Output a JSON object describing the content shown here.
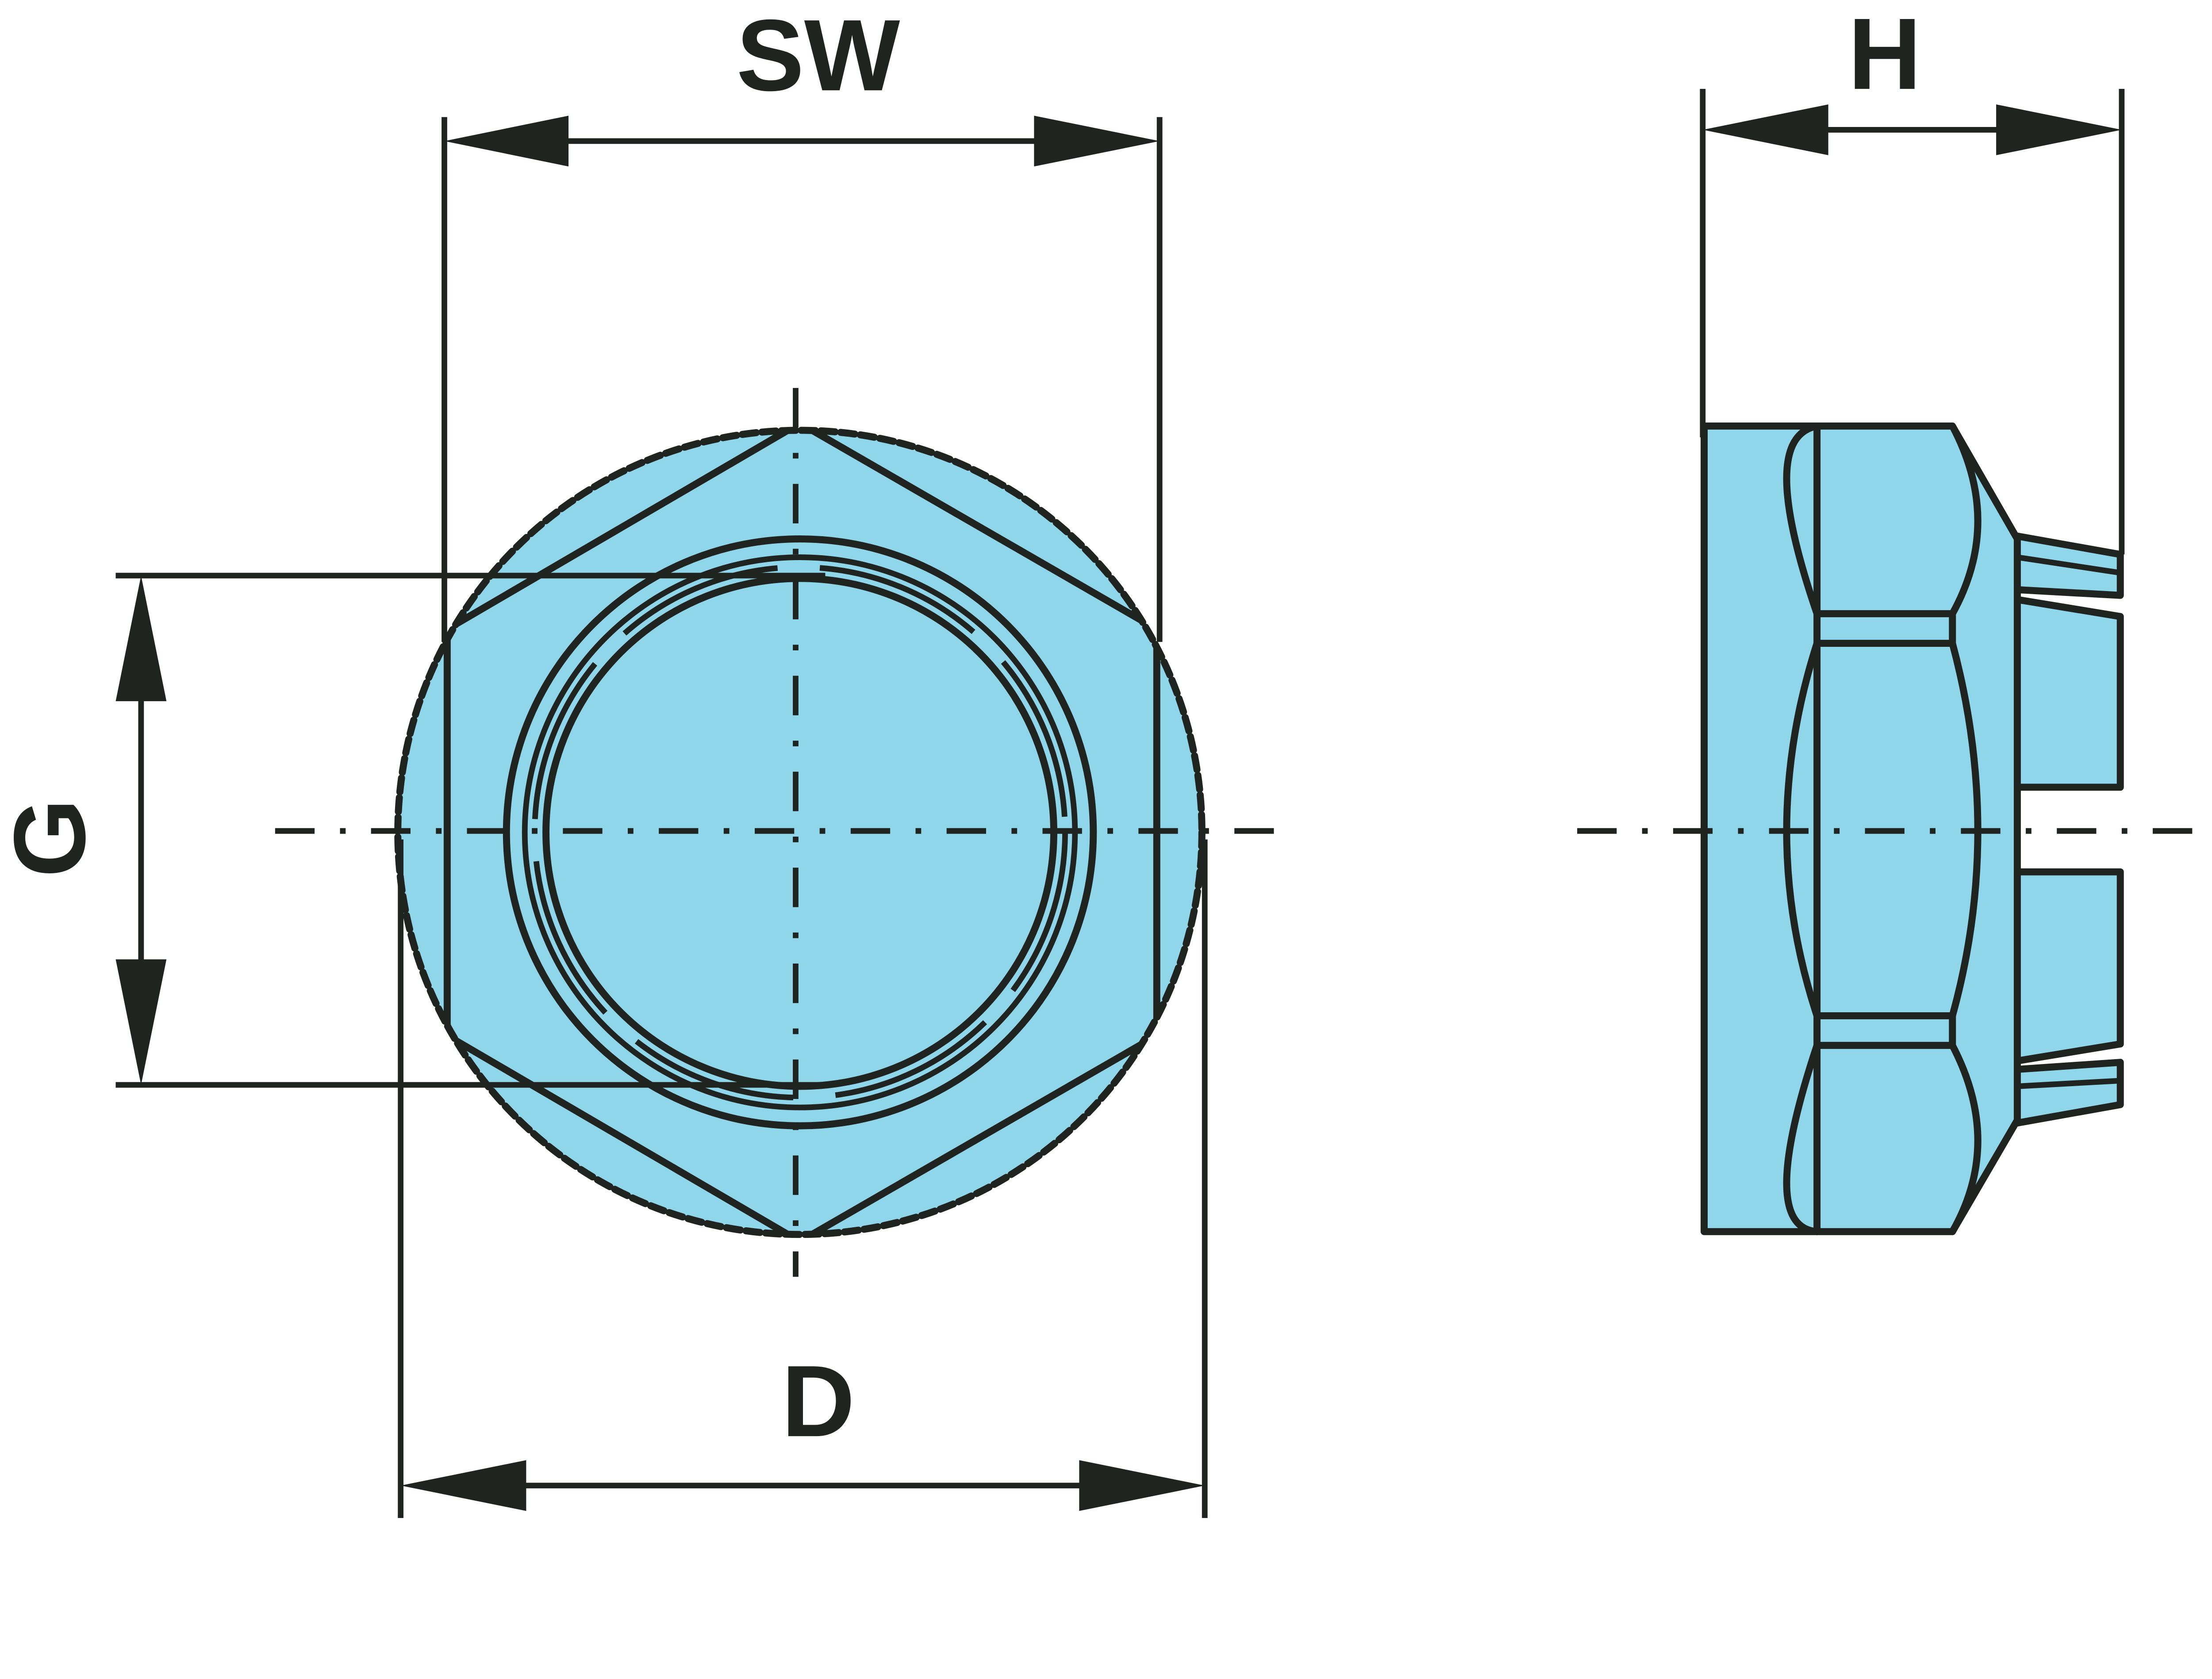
{
  "drawing": {
    "labels": {
      "width_across_flats": "SW",
      "height": "H",
      "thread": "G",
      "outer_diameter": "D"
    },
    "colors": {
      "fill": "#90d6eb",
      "stroke": "#1f2421"
    }
  }
}
